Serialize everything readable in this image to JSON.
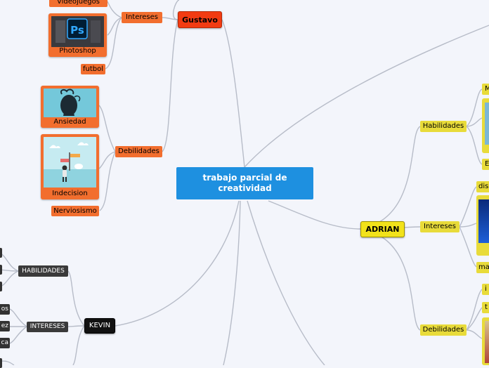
{
  "center": {
    "title": "trabajo parcial de creatividad"
  },
  "gustavo": {
    "label": "Gustavo",
    "intereses": {
      "label": "Intereses",
      "items": [
        "Videojuegos",
        "Photoshop",
        "futbol"
      ]
    },
    "debilidades": {
      "label": "Debilidades",
      "items": [
        "Ansiedad",
        "Indecision",
        "Nerviosismo"
      ]
    }
  },
  "adrian": {
    "label": "ADRIAN",
    "habilidades": {
      "label": "Habilidades",
      "items": [
        "M",
        "E"
      ]
    },
    "intereses": {
      "label": "Intereses",
      "items": [
        "dis",
        "ma"
      ]
    },
    "debilidades": {
      "label": "Debilidades",
      "items": [
        "i",
        "t"
      ]
    }
  },
  "kevin": {
    "label": "KEVIN",
    "habilidades": {
      "label": "HABILIDADES"
    },
    "intereses": {
      "label": "INTERESES",
      "items": [
        "os",
        "ez",
        "ca"
      ]
    }
  },
  "colors": {
    "background": "#f3f5fb",
    "center": "#1e90e0",
    "gustavo": "#f23b12",
    "adrian": "#f2e21a",
    "kevin": "#111111",
    "connector": "#b7bcc8"
  },
  "icons": {
    "photoshop": "photoshop-logo-icon",
    "ansiedad": "anxious-head-illustration",
    "indecision": "signpost-person-illustration"
  }
}
